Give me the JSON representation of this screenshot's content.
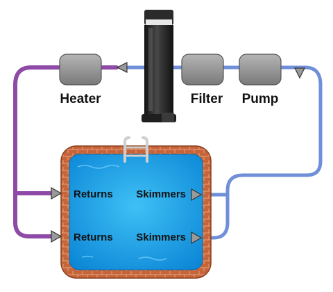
{
  "diagram": {
    "components": {
      "heater": "Heater",
      "filter": "Filter",
      "pump": "Pump"
    },
    "pool_ports": {
      "returns_upper": "Returns",
      "returns_lower": "Returns",
      "skimmers_upper": "Skimmers",
      "skimmers_lower": "Skimmers"
    },
    "colors": {
      "return_line": "#8e4aa6",
      "suction_line": "#6f8fd8",
      "component_fill": "#8f8f8f",
      "pool_water": "#1aa3e8",
      "pool_coping": "#c9663a",
      "chlorinator": "#2a2a2a"
    },
    "flow_direction": "pump → filter → chlorinator → heater → returns; skimmers → pump"
  }
}
